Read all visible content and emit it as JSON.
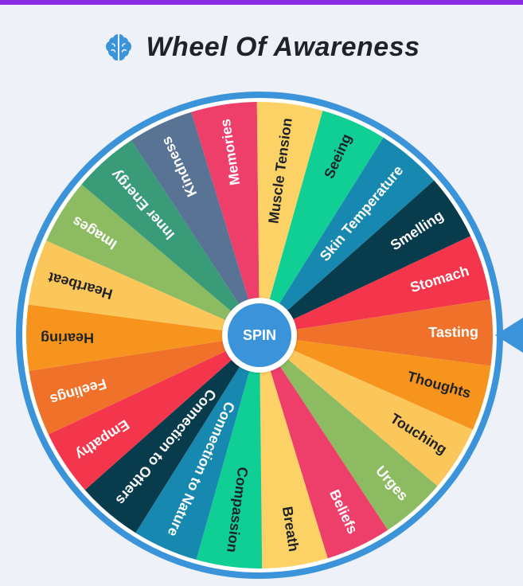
{
  "header": {
    "title": "Wheel Of Awareness",
    "icon": "brain-icon"
  },
  "spin": {
    "label": "SPIN"
  },
  "colors": {
    "top_bar": "#8a2be2",
    "rim": "#3b94d9",
    "pointer": "#3b94d9"
  },
  "wheel": {
    "segments": [
      {
        "label": "Stomach",
        "color": "#f4364c",
        "text": "#ffffff"
      },
      {
        "label": "Tasting",
        "color": "#f0712a",
        "text": "#ffffff"
      },
      {
        "label": "Thoughts",
        "color": "#f7941d",
        "text": "#1f2328"
      },
      {
        "label": "Touching",
        "color": "#fbc75a",
        "text": "#1f2328"
      },
      {
        "label": "Urges",
        "color": "#8dbb62",
        "text": "#ffffff"
      },
      {
        "label": "Beliefs",
        "color": "#ee3e6a",
        "text": "#ffffff"
      },
      {
        "label": "Breath",
        "color": "#fcd165",
        "text": "#1f2328"
      },
      {
        "label": "Compassion",
        "color": "#10cf95",
        "text": "#1f2328"
      },
      {
        "label": "Connection to Nature",
        "color": "#1788b0",
        "text": "#ffffff"
      },
      {
        "label": "Connection to Others",
        "color": "#083b4c",
        "text": "#ffffff"
      },
      {
        "label": "Empathy",
        "color": "#f4364c",
        "text": "#ffffff"
      },
      {
        "label": "Feelings",
        "color": "#f0712a",
        "text": "#ffffff"
      },
      {
        "label": "Hearing",
        "color": "#f7941d",
        "text": "#1f2328"
      },
      {
        "label": "Heartbeat",
        "color": "#fbc75a",
        "text": "#1f2328"
      },
      {
        "label": "Images",
        "color": "#8dbb62",
        "text": "#ffffff"
      },
      {
        "label": "Inner Energy",
        "color": "#3a9b79",
        "text": "#ffffff"
      },
      {
        "label": "Kindness",
        "color": "#597394",
        "text": "#ffffff"
      },
      {
        "label": "Memories",
        "color": "#ee3e6a",
        "text": "#ffffff"
      },
      {
        "label": "Muscle Tension",
        "color": "#fcd165",
        "text": "#1f2328"
      },
      {
        "label": "Seeing",
        "color": "#10cf95",
        "text": "#1f2328"
      },
      {
        "label": "Skin Temperature",
        "color": "#1788b0",
        "text": "#ffffff"
      },
      {
        "label": "Smelling",
        "color": "#083b4c",
        "text": "#ffffff"
      }
    ]
  }
}
